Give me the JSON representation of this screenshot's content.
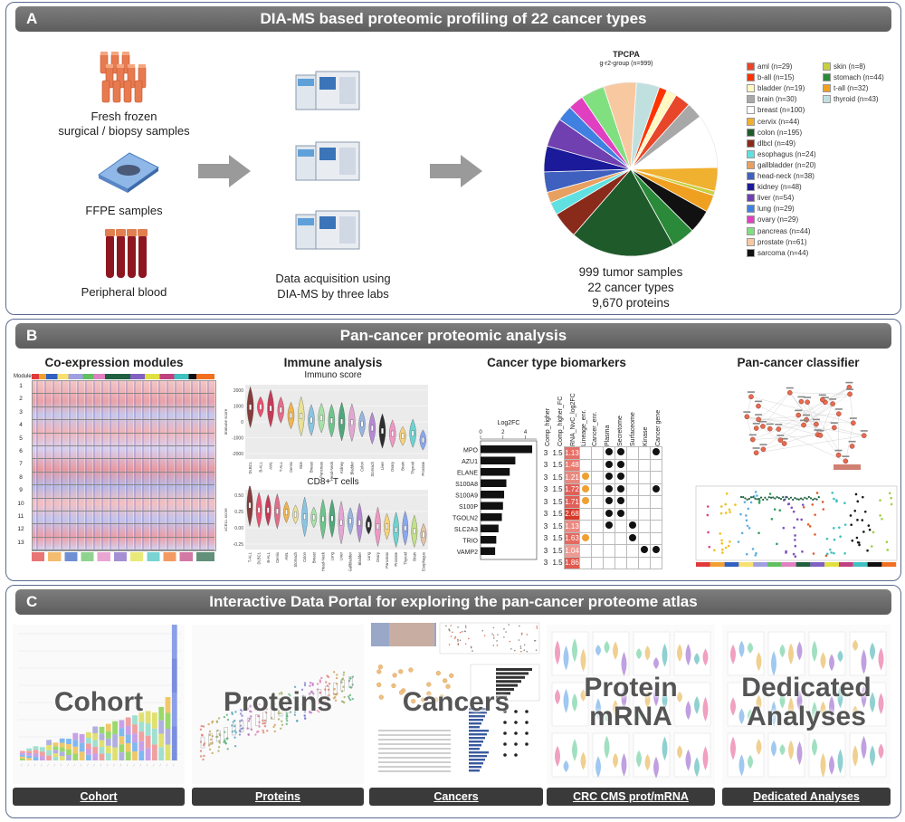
{
  "panelA": {
    "letter": "A",
    "title": "DIA-MS based proteomic profiling of 22 cancer types",
    "sample1_label": "Fresh frozen\nsurgical / biopsy samples",
    "sample2_label": "FFPE samples",
    "sample3_label": "Peripheral blood",
    "acquisition_label": "Data acquisition using\nDIA-MS by three labs",
    "summary": [
      "999 tumor samples",
      "22 cancer types",
      "9,670 proteins"
    ],
    "pie_title": "TPCPA",
    "pie_subtitle": "g-r2-group (n=999)",
    "colors": {
      "banner": "#666666",
      "border": "#5b6c8f"
    }
  },
  "chart_data": {
    "type": "pie",
    "title": "TPCPA",
    "subtitle": "g-r2-group (n=999)",
    "legend_position": "right",
    "categories": [
      "aml",
      "b-all",
      "bladder",
      "brain",
      "breast",
      "cervix",
      "colon",
      "dlbcl",
      "esophagus",
      "gallbladder",
      "head-neck",
      "kidney",
      "liver",
      "lung",
      "ovary",
      "pancreas",
      "prostate",
      "sarcoma",
      "skin",
      "stomach",
      "t-all",
      "thyroid"
    ],
    "legend_labels": [
      "aml (n=29)",
      "b-all (n=15)",
      "bladder (n=19)",
      "brain (n=30)",
      "breast (n=100)",
      "cervix (n=44)",
      "colon (n=195)",
      "dlbcl (n=49)",
      "esophagus (n=24)",
      "gallbladder (n=20)",
      "head-neck (n=38)",
      "kidney (n=48)",
      "liver (n=54)",
      "lung (n=29)",
      "ovary (n=29)",
      "pancreas (n=44)",
      "prostate (n=61)",
      "sarcoma (n=44)",
      "skin (n=8)",
      "stomach (n=44)",
      "t-all (n=32)",
      "thyroid (n=43)"
    ],
    "values": [
      29,
      15,
      19,
      30,
      100,
      44,
      195,
      49,
      24,
      20,
      38,
      48,
      54,
      29,
      29,
      44,
      61,
      44,
      8,
      44,
      32,
      43
    ],
    "colors": [
      "#e8462a",
      "#ff3300",
      "#fff8c0",
      "#a8a8a8",
      "#ffffff",
      "#f0b030",
      "#1f5a2a",
      "#8a2a1a",
      "#60e0e0",
      "#e8a060",
      "#4060c0",
      "#1a1a9a",
      "#7040b0",
      "#4080e0",
      "#e040c0",
      "#80e080",
      "#f8c8a0",
      "#111111",
      "#c8d040",
      "#2a8a3a",
      "#f0a020",
      "#c0e0e0"
    ]
  },
  "panelB": {
    "letter": "B",
    "title": "Pan-cancer proteomic analysis",
    "coexp_title": "Co-expression modules",
    "module_label": "Module",
    "module_rows": [
      "1",
      "2",
      "3",
      "4",
      "5",
      "6",
      "7",
      "8",
      "9",
      "10",
      "11",
      "12",
      "13"
    ],
    "immune_title": "Immune analysis",
    "immuno_score_title": "Immuno score",
    "immuno_ylabel": "Immune score",
    "immuno_yticks": [
      "2000",
      "1000",
      "0",
      "-1000",
      "-2000"
    ],
    "cd8_title": "CD8+ T cells",
    "cd8_ylabel": "xCELL score",
    "cd8_yticks": [
      "0.50",
      "0.25",
      "0.00",
      "-0.25"
    ],
    "immuno_groups": [
      "DLBCL",
      "B-ALL",
      "AML",
      "T-ALL",
      "Cervix",
      "Skin",
      "Breast",
      "Pancreas",
      "Head-Neck",
      "Kidney",
      "Bladder",
      "Colon",
      "Stomach",
      "Liver",
      "Ovary",
      "Brain",
      "Thyroid",
      "Prostate"
    ],
    "cd8_groups": [
      "T-ALL",
      "DLBCL",
      "B-ALL",
      "Cervix",
      "AML",
      "Stomach",
      "Colon",
      "Breast",
      "Head-Neck",
      "Lung",
      "Liver",
      "Gallbladder",
      "Bladder",
      "Lung",
      "Ovary",
      "Pancreas",
      "Prostate",
      "Thyroid",
      "Brain",
      "Esophagus"
    ],
    "biomarker_title": "Cancer type biomarkers",
    "biomarker_chart": {
      "xlabel": "Log2FC",
      "xticks": [
        "0",
        "2",
        "4"
      ],
      "genes": [
        "MPO",
        "AZU1",
        "ELANE",
        "S100A8",
        "S100A9",
        "S100P",
        "TGOLN2",
        "SLC2A3",
        "TRIO",
        "VAMP2"
      ],
      "log2fc": [
        4.6,
        3.1,
        2.6,
        2.3,
        2.1,
        2.0,
        1.9,
        1.6,
        1.4,
        1.3
      ],
      "col_headers": [
        "Comp_higher",
        "Comp_higher_FC",
        "RNA_NvC_log2FC",
        "Lineage_enr.",
        "Cancer_enr.",
        "Plasma",
        "Secretome",
        "Surfaceome",
        "Kinase",
        "Cancer gene"
      ],
      "comp_higher": [
        "3",
        "3",
        "3",
        "3",
        "3",
        "3",
        "3",
        "3",
        "3",
        "3"
      ],
      "comp_higher_fc": [
        "1.5",
        "1.5",
        "1.5",
        "1.5",
        "1.5",
        "1.5",
        "1.5",
        "1.5",
        "1.5",
        "1.5"
      ],
      "rna_fc": [
        "1.13",
        "1.48",
        "1.21",
        "1.72",
        "1.71",
        "2.68",
        "1.13",
        "1.63",
        "1.04",
        "1.86"
      ]
    },
    "classifier_title": "Pan-cancer classifier"
  },
  "panelC": {
    "letter": "C",
    "title": "Interactive Data Portal for exploring the pan-cancer proteome atlas",
    "cards": [
      {
        "word": "Cohort",
        "button": "Cohort"
      },
      {
        "word": "Proteins",
        "button": "Proteins"
      },
      {
        "word": "Cancers",
        "button": "Cancers"
      },
      {
        "word": "Protein\nmRNA",
        "button": "CRC CMS prot/mRNA"
      },
      {
        "word": "Dedicated\nAnalyses",
        "button": "Dedicated Analyses"
      }
    ]
  }
}
